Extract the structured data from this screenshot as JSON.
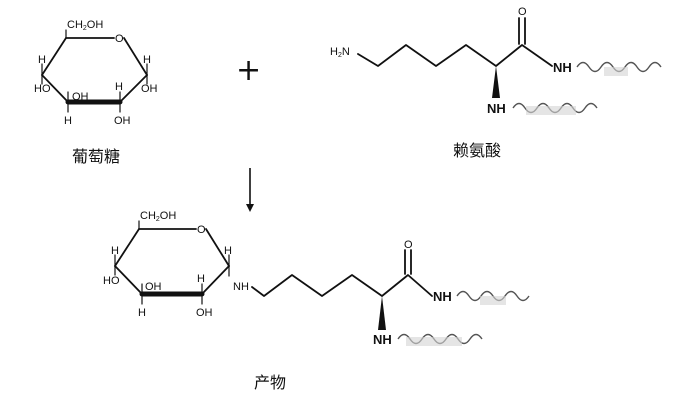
{
  "reactant_glucose": {
    "caption": "葡萄糖",
    "atoms": {
      "ch2oh": "CH2OH",
      "ring_o": "O",
      "h": "H",
      "oh": "OH",
      "ho": "HO"
    }
  },
  "reactant_lysine": {
    "caption": "赖氨酸",
    "atoms": {
      "h2n": "H2N",
      "carbonyl_o": "O",
      "nh": "NH"
    }
  },
  "plus_sign": "+",
  "product": {
    "caption": "产物",
    "atoms": {
      "ch2oh": "CH2OH",
      "ring_o": "O",
      "h": "H",
      "oh": "OH",
      "ho": "HO",
      "ring_nh": "NH",
      "carbonyl_o": "O",
      "nh": "NH"
    }
  },
  "colors": {
    "ink": "#111111",
    "chain": "#555555",
    "shade": "#d4d4d4"
  }
}
